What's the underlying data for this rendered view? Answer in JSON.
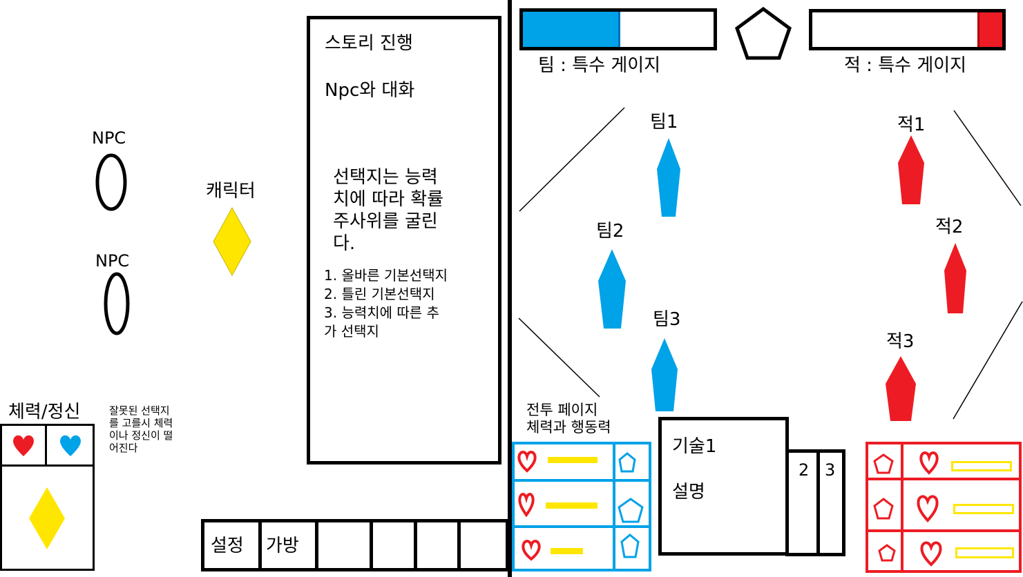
{
  "left": {
    "npc_label_1": "NPC",
    "npc_label_2": "NPC",
    "character_label": "캐릭터"
  },
  "story": {
    "title": "스토리 진행",
    "npc_talk": "Npc와 대화",
    "dice_lines": [
      "선택지는 능력",
      "치에 따라 확률",
      "주사위를 굴린",
      "다."
    ],
    "options": [
      "1. 올바른 기본선택지",
      "2. 틀린 기본선택지",
      "3. 능력치에 따른 추",
      "가 선택지"
    ]
  },
  "status": {
    "title": "체력/정신",
    "note_lines": [
      "잘못된 선택지",
      "를 고를시 체력",
      "이나 정신이 떨",
      "어진다"
    ]
  },
  "menu": {
    "settings": "설정",
    "bag": "가방"
  },
  "battle": {
    "team_gauge_label": "팀 : 특수 게이지",
    "enemy_gauge_label": "적 : 특수 게이지",
    "team_gauge_fill": 0.5,
    "enemy_gauge_fill": 0.12,
    "team_units": [
      "팀1",
      "팀2",
      "팀3"
    ],
    "enemy_units": [
      "적1",
      "적2",
      "적3"
    ],
    "page_note_lines": [
      "전투 페이지",
      "체력과 행동력"
    ],
    "skill_name": "기술1",
    "skill_desc": "설명",
    "skill_tab_2": "2",
    "skill_tab_3": "3"
  },
  "colors": {
    "team": "#00a2e8",
    "enemy": "#ed1c24",
    "character": "#ffe600"
  },
  "icons": {
    "pentagon": "pentagon-icon",
    "heart": "heart-icon",
    "diamond": "diamond-icon",
    "ellipse": "npc-ellipse-icon"
  }
}
